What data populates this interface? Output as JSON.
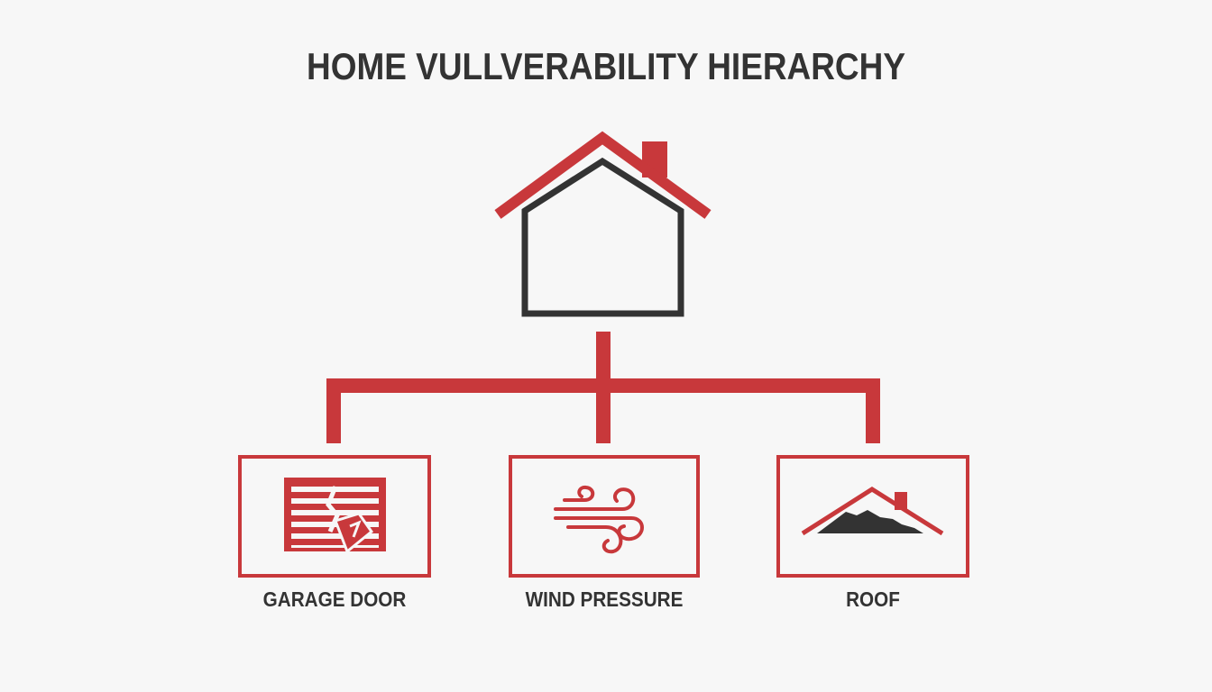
{
  "title": "HOME VULLVERABILITY HIERARCHY",
  "colors": {
    "accent": "#c8383b",
    "dark": "#333333",
    "background": "#f7f7f7"
  },
  "root": {
    "icon": "house-icon"
  },
  "children": [
    {
      "label": "GARAGE DOOR",
      "icon": "broken-garage-door-icon"
    },
    {
      "label": "WIND PRESSURE",
      "icon": "wind-icon"
    },
    {
      "label": "ROOF",
      "icon": "damaged-roof-icon"
    }
  ]
}
